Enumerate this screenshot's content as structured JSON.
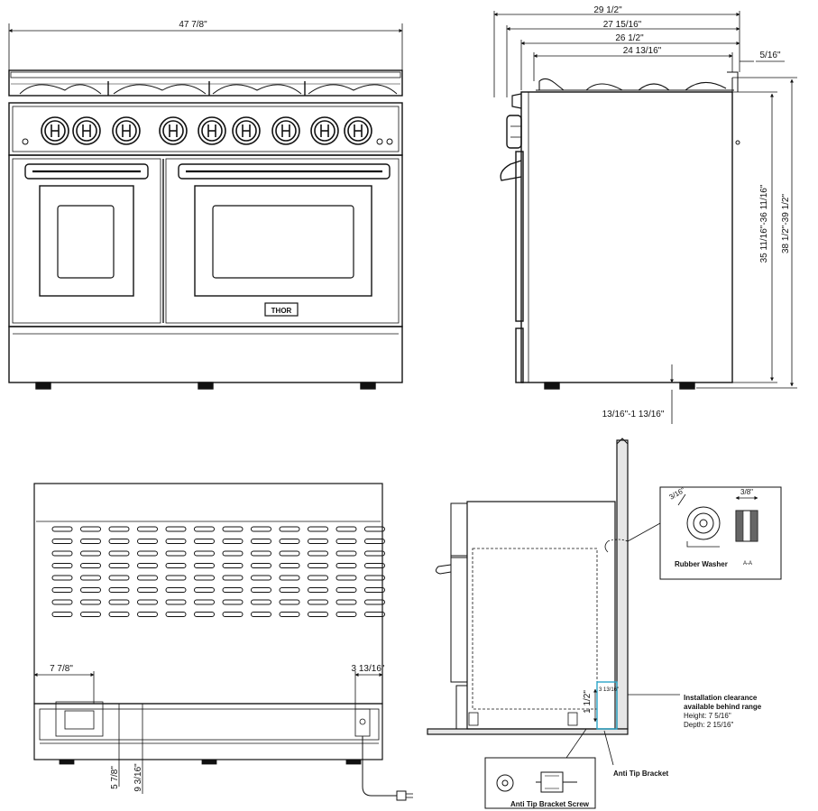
{
  "front_view": {
    "width_dim": "47 7/8\"",
    "brand_badge": "THOR"
  },
  "side_view": {
    "depth_1": "29 1/2\"",
    "depth_2": "27 15/16\"",
    "depth_3": "26 1/2\"",
    "depth_4": "24 13/16\"",
    "back_offset": "5/16\"",
    "height_inner": "35 11/16\"-36 11/16\"",
    "height_outer": "38 1/2\"-39 1/2\"",
    "leg_height": "13/16\"-1 13/16\""
  },
  "rear_view": {
    "dim_left": "7 7/8\"",
    "dim_right": "3 13/16\"",
    "dim_bottom_a": "5 7/8\"",
    "dim_bottom_b": "9 3/16\""
  },
  "install_view": {
    "washer_dim_a": "3/16\"",
    "washer_dim_b": "3/8\"",
    "washer_label": "Rubber Washer",
    "washer_section_label": "A-A",
    "bracket_dim_small": "3 13/16\"",
    "bracket_height_dim": "1 1/2\"",
    "clearance_title_1": "Installation clearance",
    "clearance_title_2": "available behind range",
    "clearance_height": "Height: 7 5/16\"",
    "clearance_depth": "Depth: 2 15/16\"",
    "bracket_label": "Anti Tip Bracket",
    "screw_label": "Anti Tip Bracket Screw"
  }
}
